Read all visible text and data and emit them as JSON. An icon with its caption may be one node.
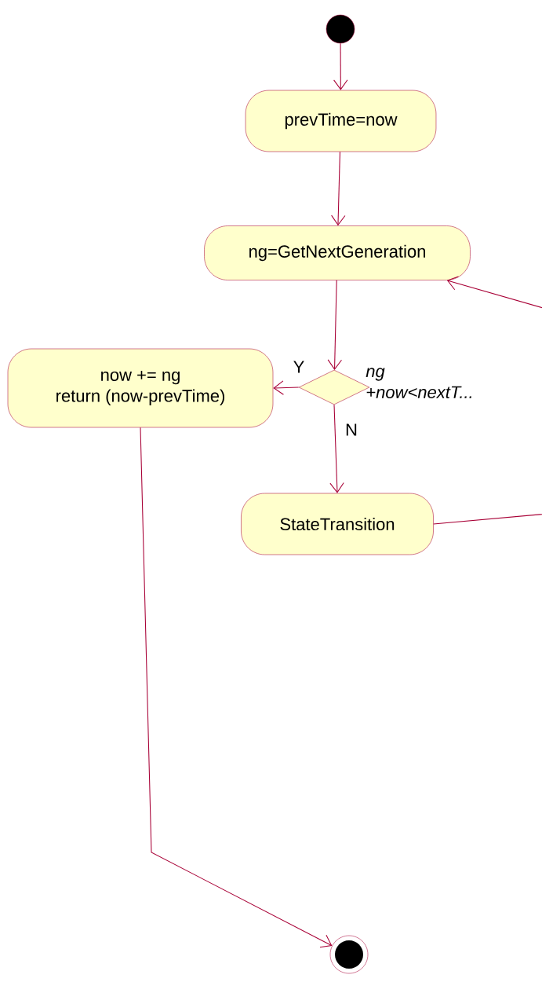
{
  "diagram": {
    "nodes": [
      {
        "text": [],
        "shape": "circle"
      },
      {
        "text": [
          "prevTime=now"
        ]
      },
      {
        "text": [
          "ng=GetNextGeneration"
        ]
      },
      {
        "text": [],
        "shape": "diamond",
        "beside": [
          "ng +now<nextT..."
        ]
      },
      {
        "text": [
          "now += ng",
          "return (now-prevTime)"
        ]
      },
      {
        "text": [
          "StateTransition"
        ]
      },
      {
        "text": [],
        "shape": "circle"
      }
    ],
    "edges": [
      {
        "from": 0,
        "to": 1,
        "arrow": "to"
      },
      {
        "from": 1,
        "to": 2,
        "arrow": "to"
      },
      {
        "from": 2,
        "to": 3,
        "arrow": "to"
      },
      {
        "from": 3,
        "to": 4,
        "arrow": "to",
        "label": "Y"
      },
      {
        "from": 3,
        "to": 5,
        "arrow": "to",
        "label": "N"
      },
      {
        "from": 5,
        "to": 2,
        "arrow": "to"
      },
      {
        "from": 4,
        "to": 6,
        "arrow": "to"
      }
    ]
  }
}
